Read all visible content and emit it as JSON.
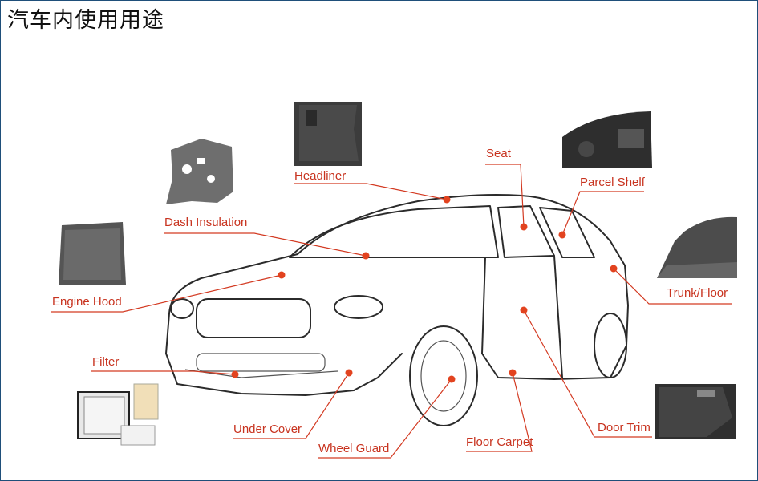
{
  "title": "汽车内使用用途",
  "labels": {
    "headliner": "Headliner",
    "seat": "Seat",
    "parcel_shelf": "Parcel Shelf",
    "dash_insulation": "Dash Insulation",
    "engine_hood": "Engine Hood",
    "trunk_floor": "Trunk/Floor",
    "filter": "Filter",
    "under_cover": "Under Cover",
    "wheel_guard": "Wheel Guard",
    "floor_carpet": "Floor Carpet",
    "door_trim": "Door Trim"
  },
  "colors": {
    "accent": "#e2431f",
    "label": "#c8331f",
    "border": "#1f4f7a"
  }
}
